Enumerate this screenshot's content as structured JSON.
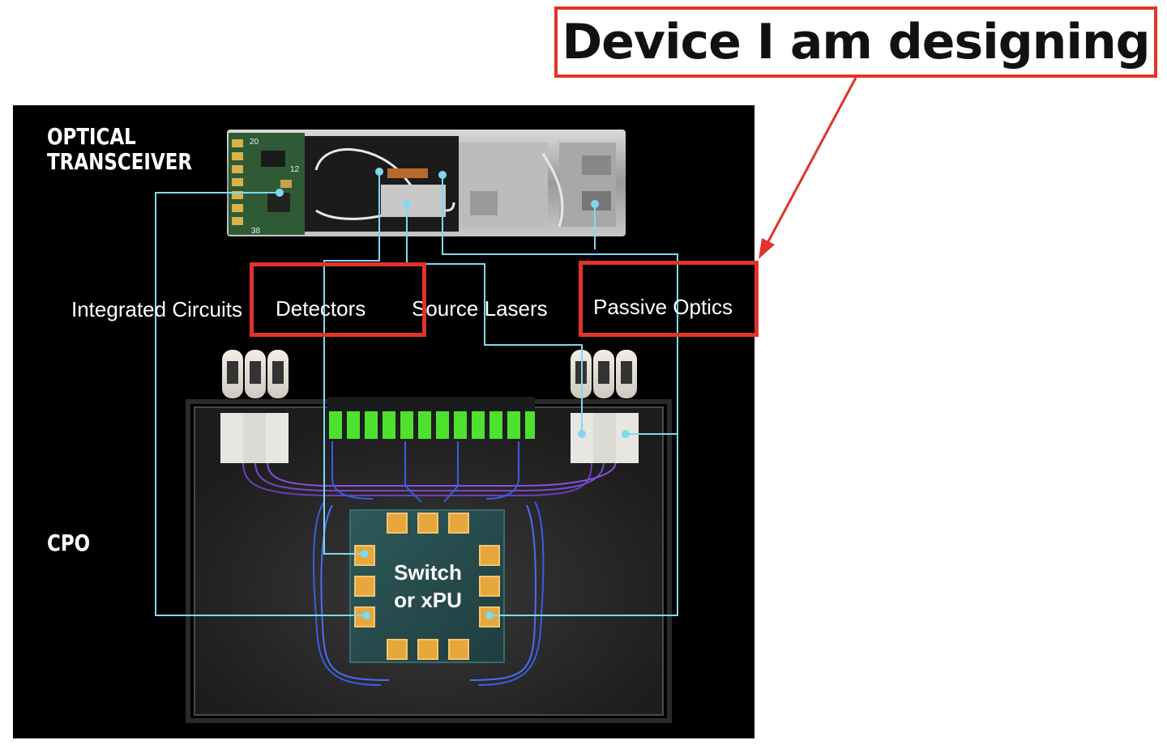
{
  "title": "Device I am designing",
  "panel": {
    "top_label_line1": "OPTICAL",
    "top_label_line2": "TRANSCEIVER",
    "bottom_label": "CPO"
  },
  "components": {
    "integrated_circuits": "Integrated Circuits",
    "detectors": "Detectors",
    "source_lasers": "Source Lasers",
    "passive_optics": "Passive Optics"
  },
  "chip": {
    "line1": "Switch",
    "line2": "or xPU"
  },
  "pcb_marks": {
    "n20": "20",
    "n12": "12",
    "n38": "38"
  },
  "colors": {
    "accent_red": "#e0342b",
    "connector_line": "#7fd8ee",
    "green_modules": "#4ee22e",
    "chip_pads": "#e8a73a"
  }
}
